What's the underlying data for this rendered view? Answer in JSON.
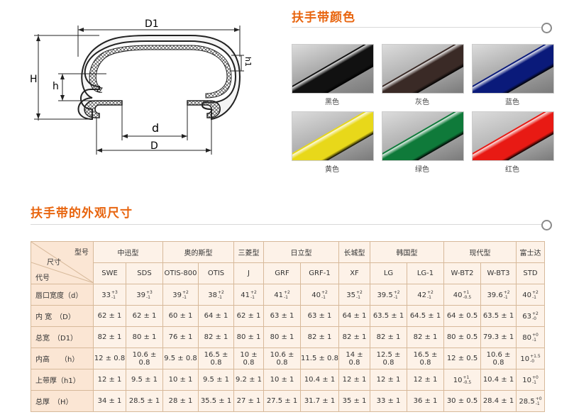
{
  "colors_section": {
    "title": "扶手带颜色",
    "swatches": [
      {
        "label": "黑色",
        "base": "#111111",
        "bg": "#9a9a9a"
      },
      {
        "label": "灰色",
        "base": "#3a2a26",
        "bg": "#a8a8a8"
      },
      {
        "label": "蓝色",
        "base": "#0a1a7a",
        "bg": "#a0a0a0"
      },
      {
        "label": "黄色",
        "base": "#e8d81a",
        "bg": "#a8a8a8"
      },
      {
        "label": "绿色",
        "base": "#0f7a3a",
        "bg": "#a8a8a8"
      },
      {
        "label": "红色",
        "base": "#e81a14",
        "bg": "#b0b0b0"
      }
    ]
  },
  "diagram": {
    "labels": {
      "D1": "D1",
      "H": "H",
      "h": "h",
      "h1": "h1",
      "d": "d",
      "D": "D"
    }
  },
  "dims_section": {
    "title": "扶手带的外观尺寸",
    "corner_top": "型号",
    "corner_mid": "尺寸",
    "corner_bottom": "代号",
    "brands": [
      {
        "name": "中迅型",
        "span": 2
      },
      {
        "name": "奥的斯型",
        "span": 2
      },
      {
        "name": "三菱型",
        "span": 1
      },
      {
        "name": "日立型",
        "span": 2
      },
      {
        "name": "长城型",
        "span": 1
      },
      {
        "name": "韩国型",
        "span": 2
      },
      {
        "name": "现代型",
        "span": 2
      },
      {
        "name": "富士达",
        "span": 1
      }
    ],
    "models": [
      "SWE",
      "SDS",
      "OTIS-800",
      "OTIS",
      "J",
      "GRF",
      "GRF-1",
      "XF",
      "LG",
      "LG-1",
      "W-BT2",
      "W-BT3",
      "STD"
    ],
    "rows": [
      {
        "label": "唇口宽度（d）",
        "cells": [
          {
            "v": "33",
            "tu": "+3",
            "tl": "-1"
          },
          {
            "v": "39",
            "tu": "+3",
            "tl": "-1"
          },
          {
            "v": "39",
            "tu": "+2",
            "tl": "-1"
          },
          {
            "v": "38",
            "tu": "+2",
            "tl": "-1"
          },
          {
            "v": "41",
            "tu": "+2",
            "tl": "-1"
          },
          {
            "v": "41",
            "tu": "+2",
            "tl": "-1"
          },
          {
            "v": "40",
            "tu": "+2",
            "tl": "-1"
          },
          {
            "v": "35",
            "tu": "+2",
            "tl": "-1"
          },
          {
            "v": "39.5",
            "tu": "+2",
            "tl": "-1"
          },
          {
            "v": "42",
            "tu": "+2",
            "tl": "-1"
          },
          {
            "v": "40",
            "tu": "+1",
            "tl": "-0.5"
          },
          {
            "v": "39.6",
            "tu": "+2",
            "tl": "-1"
          },
          {
            "v": "40",
            "tu": "+2",
            "tl": "-1"
          }
        ]
      },
      {
        "label": "内 宽　（D）",
        "cells": [
          {
            "v": "62 ± 1"
          },
          {
            "v": "62 ± 1"
          },
          {
            "v": "60 ± 1"
          },
          {
            "v": "64 ± 1"
          },
          {
            "v": "62 ± 1"
          },
          {
            "v": "63 ± 1"
          },
          {
            "v": "63 ± 1"
          },
          {
            "v": "64 ± 1"
          },
          {
            "v": "63.5 ± 1"
          },
          {
            "v": "64.5 ± 1"
          },
          {
            "v": "64 ± 0.5"
          },
          {
            "v": "63.5 ± 1"
          },
          {
            "v": "63",
            "tu": "+2",
            "tl": "-0"
          }
        ]
      },
      {
        "label": "总宽　（D1）",
        "cells": [
          {
            "v": "82 ± 1"
          },
          {
            "v": "80 ± 1"
          },
          {
            "v": "76 ± 1"
          },
          {
            "v": "82 ± 1"
          },
          {
            "v": "80 ± 1"
          },
          {
            "v": "80 ± 1"
          },
          {
            "v": "82 ± 1"
          },
          {
            "v": "82 ± 1"
          },
          {
            "v": "82 ± 1"
          },
          {
            "v": "82 ± 1"
          },
          {
            "v": "80 ± 0.5"
          },
          {
            "v": "79.3 ± 1"
          },
          {
            "v": "80",
            "tu": "+0",
            "tl": "-1"
          }
        ]
      },
      {
        "label": "内高　　（h）",
        "cells": [
          {
            "v": "12 ± 0.8"
          },
          {
            "v": "10.6 ± 0.8"
          },
          {
            "v": "9.5 ± 0.8"
          },
          {
            "v": "16.5 ± 0.8"
          },
          {
            "v": "10 ± 0.8"
          },
          {
            "v": "10.6 ± 0.8"
          },
          {
            "v": "11.5 ± 0.8"
          },
          {
            "v": "14 ± 0.8"
          },
          {
            "v": "12.5 ± 0.8"
          },
          {
            "v": "16.5 ± 0.8"
          },
          {
            "v": "12 ± 0.5"
          },
          {
            "v": "10.6 ± 0.8"
          },
          {
            "v": "10",
            "tu": "+1.5",
            "tl": "-0"
          }
        ]
      },
      {
        "label": "上带厚（h1）",
        "cells": [
          {
            "v": "12 ± 1"
          },
          {
            "v": "9.5 ± 1"
          },
          {
            "v": "10 ± 1"
          },
          {
            "v": "9.5 ± 1"
          },
          {
            "v": "9.2 ± 1"
          },
          {
            "v": "10 ± 1"
          },
          {
            "v": "10.4 ± 1"
          },
          {
            "v": "12 ± 1"
          },
          {
            "v": "12 ± 1"
          },
          {
            "v": "12 ± 1"
          },
          {
            "v": "10",
            "tu": "+1",
            "tl": "-0.5"
          },
          {
            "v": "10.4 ± 1"
          },
          {
            "v": "10",
            "tu": "+0",
            "tl": "-1"
          }
        ]
      },
      {
        "label": "总厚　（H）",
        "cells": [
          {
            "v": "34 ± 1"
          },
          {
            "v": "28.5 ± 1"
          },
          {
            "v": "28 ± 1"
          },
          {
            "v": "35.5 ± 1"
          },
          {
            "v": "27 ± 1"
          },
          {
            "v": "27.5 ± 1"
          },
          {
            "v": "31.7 ± 1"
          },
          {
            "v": "35 ± 1"
          },
          {
            "v": "33 ± 1"
          },
          {
            "v": "36 ± 1"
          },
          {
            "v": "30 ± 0.5"
          },
          {
            "v": "28.4 ± 1"
          },
          {
            "v": "28.5",
            "tu": "+0",
            "tl": "-1"
          }
        ]
      }
    ]
  }
}
